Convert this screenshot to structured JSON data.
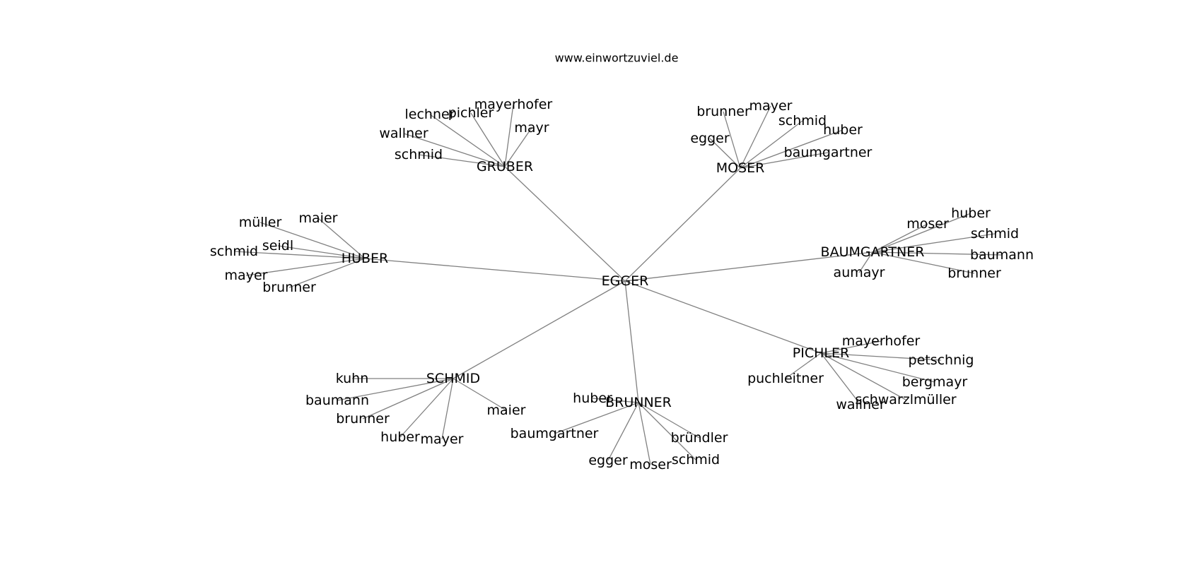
{
  "source": "www.einwortzuviel.de",
  "center": {
    "id": "egger",
    "label": "EGGER"
  },
  "hubs": [
    {
      "id": "gruber",
      "label": "GRUBER",
      "leaves": [
        "lechner",
        "pichler",
        "mayerhofer",
        "mayr",
        "wallner",
        "schmid"
      ]
    },
    {
      "id": "moser",
      "label": "MOSER",
      "leaves": [
        "brunner",
        "mayer",
        "schmid",
        "huber",
        "egger",
        "baumgartner"
      ]
    },
    {
      "id": "huber",
      "label": "HUBER",
      "leaves": [
        "müller",
        "maier",
        "seidl",
        "schmid",
        "mayer",
        "brunner"
      ]
    },
    {
      "id": "baumgartner",
      "label": "BAUMGARTNER",
      "leaves": [
        "huber",
        "moser",
        "schmid",
        "baumann",
        "aumayr",
        "brunner"
      ]
    },
    {
      "id": "pichler",
      "label": "PICHLER",
      "leaves": [
        "mayerhofer",
        "petschnig",
        "puchleitner",
        "bergmayr",
        "schwarzlmüller",
        "wallner"
      ]
    },
    {
      "id": "schmid",
      "label": "SCHMID",
      "leaves": [
        "kuhn",
        "baumann",
        "brunner",
        "huber",
        "mayer",
        "maier"
      ]
    },
    {
      "id": "brunner",
      "label": "BRUNNER",
      "leaves": [
        "huber",
        "baumgartner",
        "bründler",
        "egger",
        "moser",
        "schmid"
      ]
    }
  ]
}
